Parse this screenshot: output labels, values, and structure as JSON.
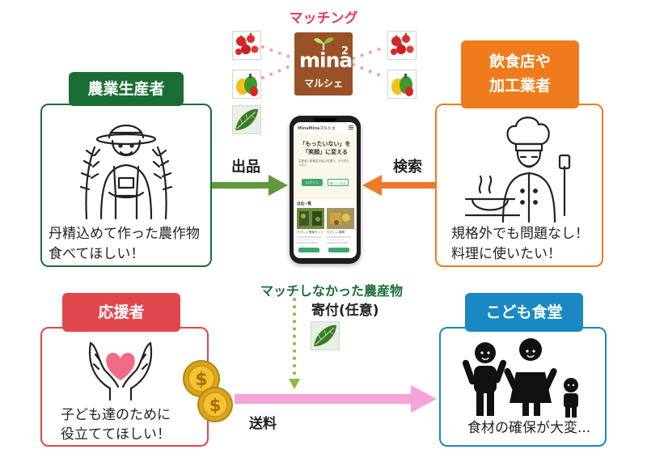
{
  "colors": {
    "green": "#1a6e35",
    "orange": "#f07b1c",
    "red": "#e0474c",
    "blue": "#1a88c2",
    "matching_pink": "#e2405b",
    "arrow_green": "#5e9a3b",
    "arrow_orange": "#ef7a29",
    "dotted_green": "#8cb84c",
    "arrow_pink": "#f7a3d7"
  },
  "matching": {
    "label": "マッチング"
  },
  "logo": {
    "main": "mina",
    "sup": "2",
    "sub": "マルシェ"
  },
  "farmer": {
    "title": "農業生産者",
    "text_line1": "丹精込めて作った農作物",
    "text_line2": "食べてほしい！"
  },
  "restaurant": {
    "title_line1": "飲食店や",
    "title_line2": "加工業者",
    "text_line1": "規格外でも問題なし！",
    "text_line2": "料理に使いたい！"
  },
  "supporter": {
    "title": "応援者",
    "text_line1": "子ども達のために",
    "text_line2": "役立ててほしい！"
  },
  "kids_cafeteria": {
    "title": "こども食堂",
    "text": "食材の確保が大変..."
  },
  "arrows": {
    "ship": "出品",
    "search": "検索",
    "unmatched": "マッチしなかった農産物",
    "donation": "寄付(任意)",
    "shipping_fee": "送料"
  },
  "phone": {
    "app_name": "MinaMinaマルシェ",
    "headline_line1": "「もったいない」を",
    "headline_line2": "「笑顔」に変える",
    "description": "生産者と飲食店を結ぶ市場で、その先もつなぐ",
    "btn_login": "ログイン",
    "btn_new": "新しく見る",
    "section_title": "出品一覧",
    "card1_title": "やさしい 野菜セット",
    "card2_title": "やさしい 果物"
  }
}
